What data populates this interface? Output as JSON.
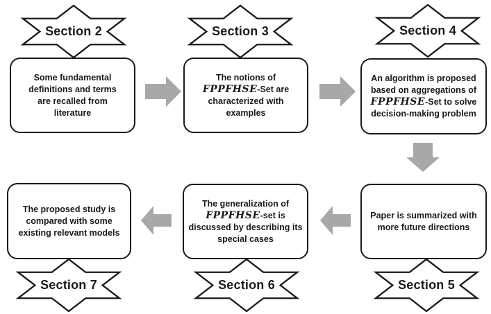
{
  "palette": {
    "arrow": "#a8a8a8",
    "ink": "#1a1a1a",
    "background": "#ffffff"
  },
  "nodes": [
    {
      "section": "Section 2",
      "lines": [
        [
          {
            "t": "Some fundamental"
          }
        ],
        [
          {
            "t": "definitions and terms"
          }
        ],
        [
          {
            "t": "are recalled from"
          }
        ],
        [
          {
            "t": "literature"
          }
        ]
      ]
    },
    {
      "section": "Section 3",
      "lines": [
        [
          {
            "t": "The notions of"
          }
        ],
        [
          {
            "t": "FPPFHSE",
            "style": "script"
          },
          {
            "t": "-Set are"
          }
        ],
        [
          {
            "t": "characterized with"
          }
        ],
        [
          {
            "t": "examples"
          }
        ]
      ]
    },
    {
      "section": "Section 4",
      "lines": [
        [
          {
            "t": "An algorithm is proposed"
          }
        ],
        [
          {
            "t": "based on aggregations of"
          }
        ],
        [
          {
            "t": "FPPFHSE",
            "style": "script"
          },
          {
            "t": "-Set to solve"
          }
        ],
        [
          {
            "t": "decision-making problem"
          }
        ]
      ]
    },
    {
      "section": "Section 5",
      "lines": [
        [
          {
            "t": "Paper is summarized with"
          }
        ],
        [
          {
            "t": "more future directions"
          }
        ]
      ]
    },
    {
      "section": "Section 6",
      "lines": [
        [
          {
            "t": "The generalization of"
          }
        ],
        [
          {
            "t": "FPPFHSE",
            "style": "script"
          },
          {
            "t": "-set is"
          }
        ],
        [
          {
            "t": "discussed by describing its"
          }
        ],
        [
          {
            "t": "special cases"
          }
        ]
      ]
    },
    {
      "section": "Section 7",
      "lines": [
        [
          {
            "t": "The proposed study is"
          }
        ],
        [
          {
            "t": "compared with some"
          }
        ],
        [
          {
            "t": "existing relevant models"
          }
        ]
      ]
    }
  ]
}
